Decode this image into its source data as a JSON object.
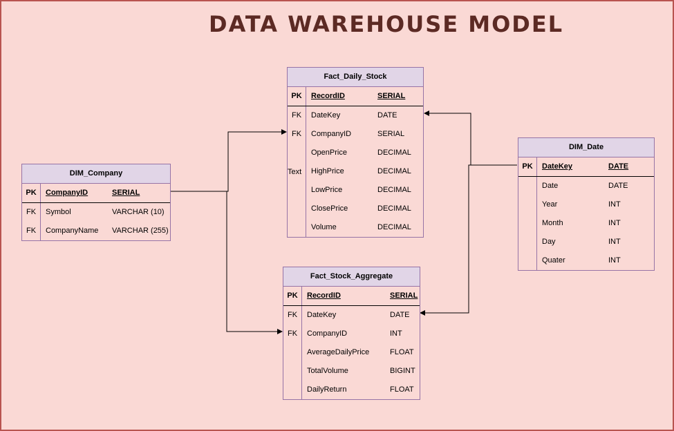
{
  "title": "DATA WAREHOUSE MODEL",
  "stray_label": "Text",
  "tables": {
    "fact_daily_stock": {
      "name": "Fact_Daily_Stock",
      "rows": [
        {
          "key": "PK",
          "name": "RecordID",
          "type": "SERIAL"
        },
        {
          "key": "FK",
          "name": "DateKey",
          "type": "DATE"
        },
        {
          "key": "FK",
          "name": "CompanyID",
          "type": "SERIAL"
        },
        {
          "key": "",
          "name": "OpenPrice",
          "type": "DECIMAL"
        },
        {
          "key": "",
          "name": "HighPrice",
          "type": "DECIMAL"
        },
        {
          "key": "",
          "name": "LowPrice",
          "type": "DECIMAL"
        },
        {
          "key": "",
          "name": "ClosePrice",
          "type": "DECIMAL"
        },
        {
          "key": "",
          "name": "Volume",
          "type": "DECIMAL"
        }
      ]
    },
    "dim_company": {
      "name": "DIM_Company",
      "rows": [
        {
          "key": "PK",
          "name": "CompanyID",
          "type": "SERIAL"
        },
        {
          "key": "FK",
          "name": "Symbol",
          "type": "VARCHAR (10)"
        },
        {
          "key": "FK",
          "name": "CompanyName",
          "type": "VARCHAR (255)"
        }
      ]
    },
    "dim_date": {
      "name": "DIM_Date",
      "rows": [
        {
          "key": "PK",
          "name": "DateKey",
          "type": "DATE"
        },
        {
          "key": "",
          "name": "Date",
          "type": "DATE"
        },
        {
          "key": "",
          "name": "Year",
          "type": "INT"
        },
        {
          "key": "",
          "name": "Month",
          "type": "INT"
        },
        {
          "key": "",
          "name": "Day",
          "type": "INT"
        },
        {
          "key": "",
          "name": "Quater",
          "type": "INT"
        }
      ]
    },
    "fact_stock_aggregate": {
      "name": "Fact_Stock_Aggregate",
      "rows": [
        {
          "key": "PK",
          "name": "RecordID",
          "type": "SERIAL"
        },
        {
          "key": "FK",
          "name": "DateKey",
          "type": "DATE"
        },
        {
          "key": "FK",
          "name": "CompanyID",
          "type": "INT"
        },
        {
          "key": "",
          "name": "AverageDailyPrice",
          "type": "FLOAT"
        },
        {
          "key": "",
          "name": "TotalVolume",
          "type": "BIGINT"
        },
        {
          "key": "",
          "name": "DailyReturn",
          "type": "FLOAT"
        }
      ]
    }
  }
}
